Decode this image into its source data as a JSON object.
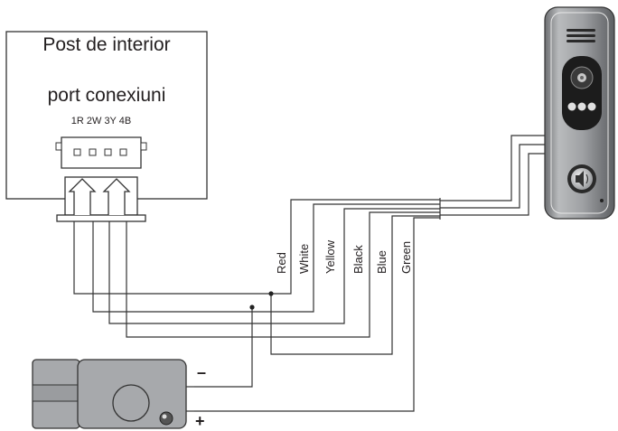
{
  "indoor_unit": {
    "title": "Post de interior",
    "subtitle": "port conexiuni",
    "pin_labels": "1R 2W 3Y 4B"
  },
  "wires": [
    "Red",
    "White",
    "Yellow",
    "Black",
    "Blue",
    "Green"
  ],
  "lock": {
    "minus_label": "–",
    "plus_label": "+"
  },
  "colors": {
    "line": "#333333",
    "panel_body": "#8a8c8f",
    "panel_light": "#c9cacc",
    "panel_dark": "#1c1c1c",
    "lock_body": "#a7a9ac"
  }
}
